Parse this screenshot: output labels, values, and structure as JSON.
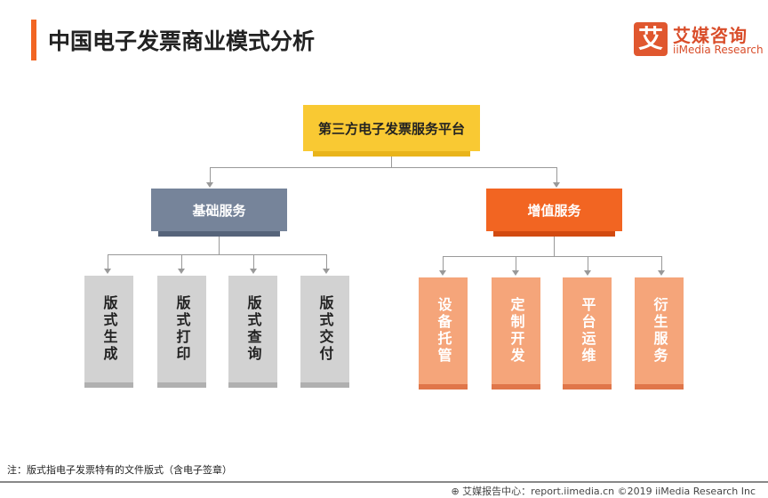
{
  "header": {
    "title": "中国电子发票商业模式分析",
    "logo_mark": "艾",
    "logo_cn": "艾媒咨询",
    "logo_en": "iiMedia Research"
  },
  "diagram": {
    "root": "第三方电子发票服务平台",
    "branches": [
      {
        "label": "基础服务",
        "children": [
          "版式生成",
          "版式打印",
          "版式查询",
          "版式交付"
        ]
      },
      {
        "label": "增值服务",
        "children": [
          "设备托管",
          "定制开发",
          "平台运维",
          "衍生服务"
        ]
      }
    ]
  },
  "note": "注：版式指电子发票特有的文件版式（含电子签章）",
  "footer": "⊕ 艾媒报告中心：report.iimedia.cn ©2019  iiMedia Research  Inc",
  "colors": {
    "accent": "#f26522",
    "root": "#f9c933",
    "basic": "#76849a",
    "leaf_basic": "#d2d2d2",
    "leaf_value": "#f5a57a"
  }
}
